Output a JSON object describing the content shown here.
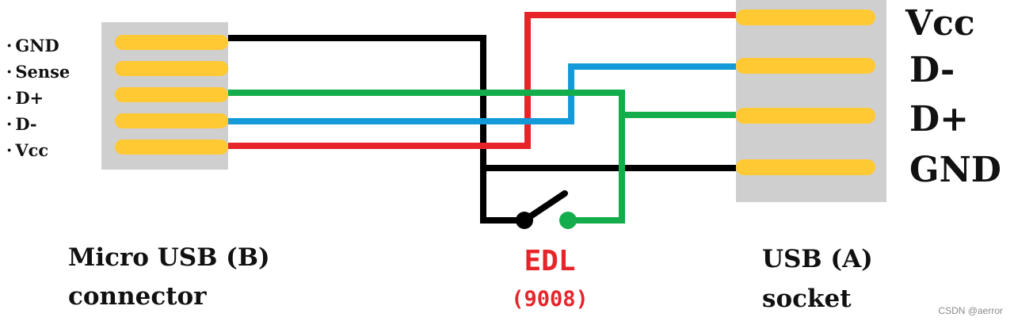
{
  "micro_usb": {
    "pins": [
      "GND",
      "Sense",
      "D+",
      "D-",
      "Vcc"
    ],
    "label_line1": "Micro USB (B)",
    "label_line2": "connector"
  },
  "usb_a": {
    "pins": [
      "Vcc",
      "D-",
      "D+",
      "GND"
    ],
    "label_line1": "USB (A)",
    "label_line2": "socket"
  },
  "switch": {
    "title": "EDL",
    "subtitle": "(9008)"
  },
  "watermark": "CSDN @aerror",
  "colors": {
    "connector_body": "#cfcfcf",
    "pin": "#ffc933",
    "wire_gnd": "#000000",
    "wire_vcc": "#e8242b",
    "wire_dminus": "#149ad8",
    "wire_dplus": "#13ad4b",
    "edl_text": "#e8242b",
    "switch_dot_black": "#000000",
    "switch_dot_green": "#13ad4b"
  }
}
